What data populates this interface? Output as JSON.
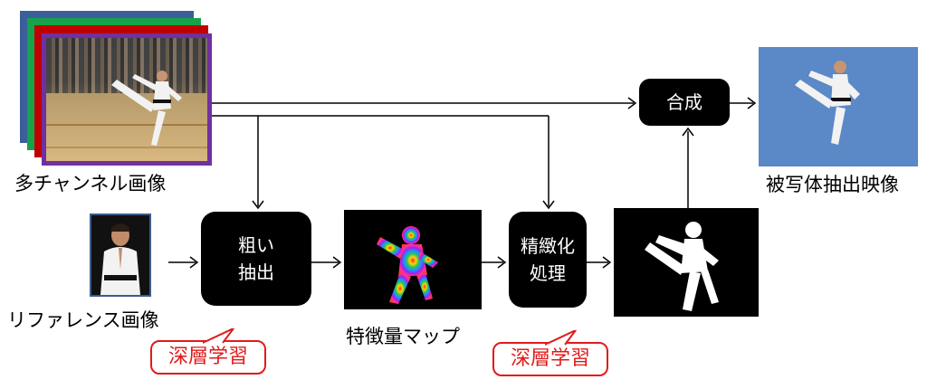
{
  "labels": {
    "multichannel": "多チャンネル画像",
    "reference": "リファレンス画像",
    "feature_map": "特徴量マップ",
    "output": "被写体抽出映像"
  },
  "blocks": {
    "coarse_line1": "粗い",
    "coarse_line2": "抽出",
    "refine_line1": "精緻化",
    "refine_line2": "処理",
    "composite": "合成"
  },
  "badges": {
    "deep_learning_1": "深層学習",
    "deep_learning_2": "深層学習"
  },
  "colors": {
    "frame_blue": "#3a5f9a",
    "frame_green": "#16a34a",
    "frame_red": "#c00000",
    "frame_purple": "#7030a0",
    "badge_red": "#e11a1a",
    "output_bg": "#5b88c6"
  }
}
